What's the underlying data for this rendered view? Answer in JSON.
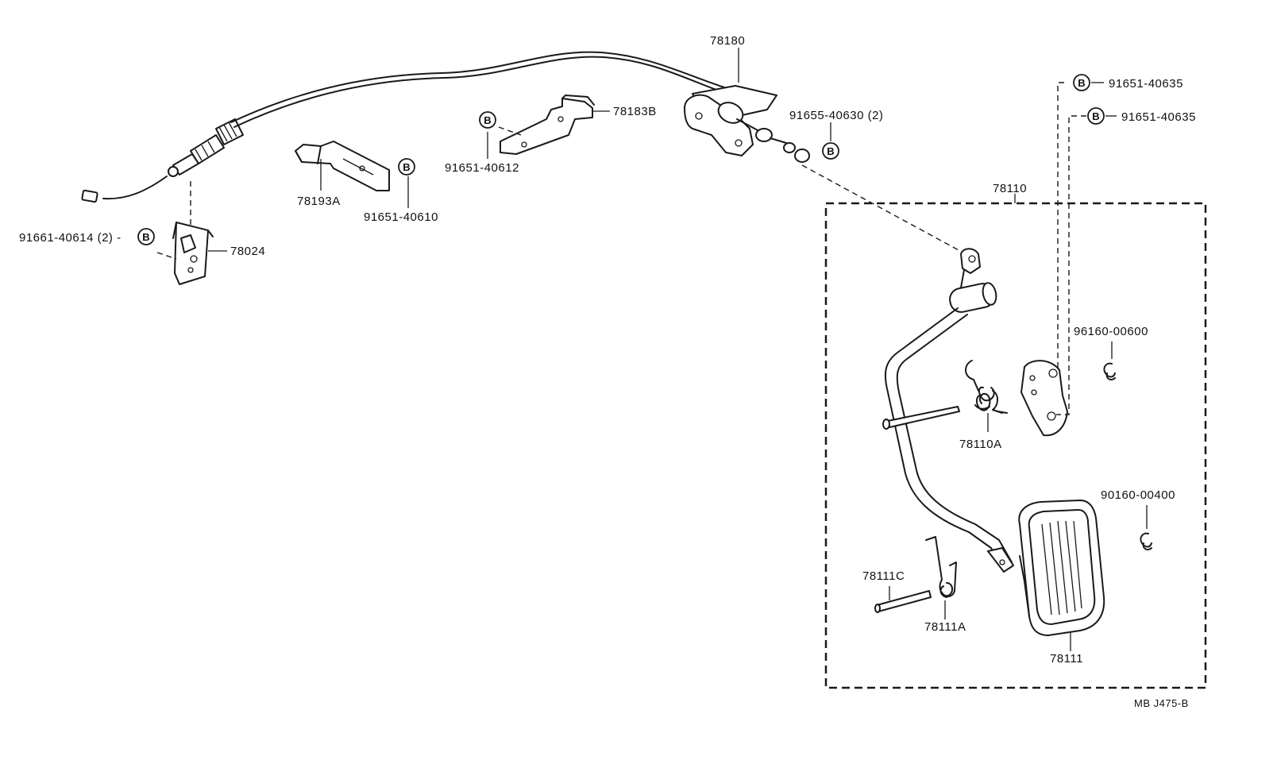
{
  "bolt_symbol": "B",
  "labels": {
    "p78180": "78180",
    "p78183b": "78183B",
    "p91655_40630": "91655-40630 (2)",
    "p91651_40612": "91651-40612",
    "p78193a": "78193A",
    "p91651_40610": "91651-40610",
    "p91661_40614": "91661-40614 (2) -",
    "p78024": "78024",
    "p91651_40635_a": "91651-40635",
    "p91651_40635_b": "91651-40635",
    "p78110": "78110",
    "p96160_00600": "96160-00600",
    "p78110a": "78110A",
    "p90160_00400": "90160-00400",
    "p78111c": "78111C",
    "p78111a": "78111A",
    "p78111": "78111"
  },
  "figure_code": "MB J475-B"
}
